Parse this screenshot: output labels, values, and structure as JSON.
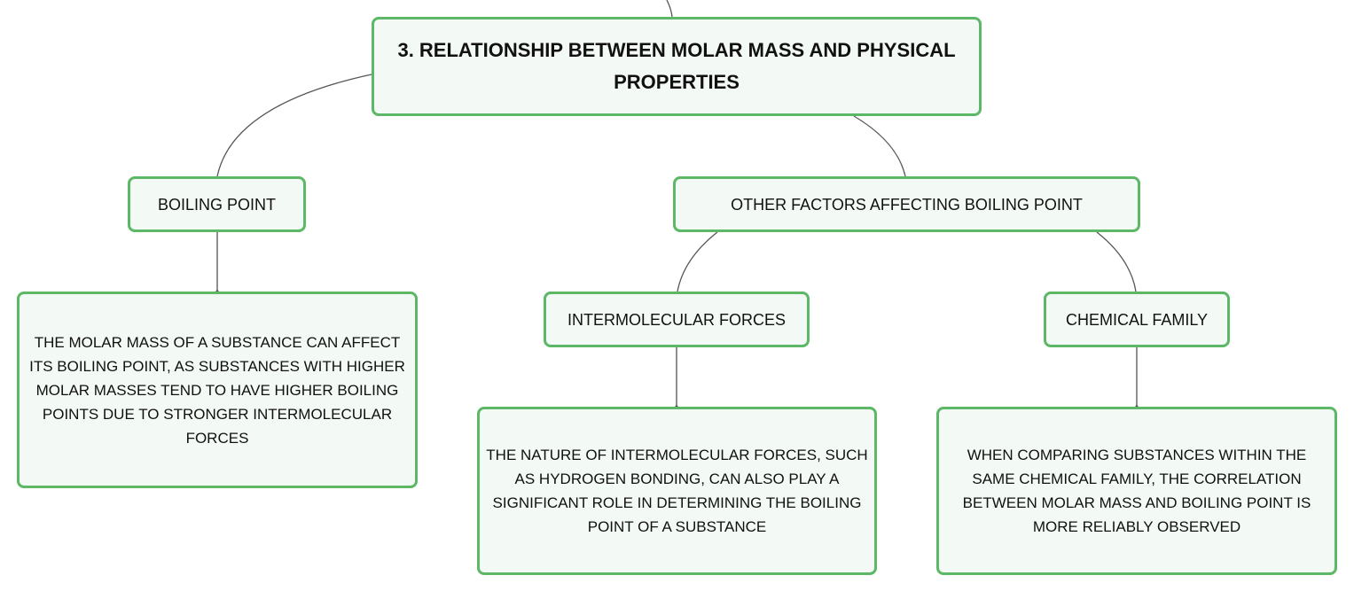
{
  "colors": {
    "node_fill": "#f3f9f4",
    "node_border": "#5cb866",
    "connector": "#555555",
    "text": "#111111"
  },
  "map": {
    "root": "3. RELATIONSHIP BETWEEN MOLAR MASS AND PHYSICAL PROPERTIES",
    "boiling_point": {
      "title": "BOILING POINT",
      "detail": "THE MOLAR MASS OF A SUBSTANCE CAN AFFECT ITS BOILING POINT, AS SUBSTANCES WITH HIGHER MOLAR MASSES TEND TO HAVE HIGHER BOILING POINTS DUE TO STRONGER INTERMOLECULAR FORCES"
    },
    "other_factors": {
      "title": "OTHER FACTORS AFFECTING BOILING POINT",
      "intermolecular": {
        "title": "INTERMOLECULAR FORCES",
        "detail": "THE NATURE OF INTERMOLECULAR FORCES, SUCH AS HYDROGEN BONDING, CAN ALSO PLAY A SIGNIFICANT ROLE IN DETERMINING THE BOILING POINT OF A SUBSTANCE"
      },
      "chemical_family": {
        "title": "CHEMICAL FAMILY",
        "detail": "WHEN COMPARING SUBSTANCES WITHIN THE SAME CHEMICAL FAMILY, THE CORRELATION BETWEEN MOLAR MASS AND BOILING POINT IS MORE RELIABLY OBSERVED"
      }
    }
  }
}
